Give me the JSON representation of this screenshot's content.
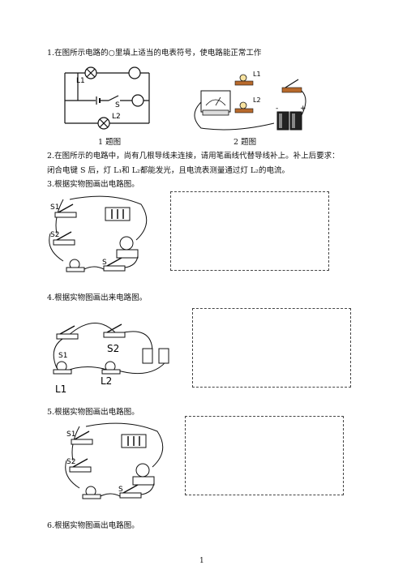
{
  "q1": {
    "text": "1.在图所示电路的○里填上适当的电表符号，使电路能正常工作"
  },
  "figure1": {
    "caption": "1 题图",
    "labels": {
      "l1": "L1",
      "l2": "L2",
      "s": "S"
    }
  },
  "figure2": {
    "caption": "2 题图",
    "labels": {
      "l1": "L1",
      "l2": "L2",
      "minus": "-",
      "plus": "+"
    }
  },
  "q2": {
    "line1": "2.在图所示的电路中，尚有几根导线未连接，请用笔画线代替导线补上。补上后要求：",
    "line2": "闭合电键 S 后，灯 L₁和 L₂都能发光，且电流表测量通过灯 L₂的电流。"
  },
  "q3": {
    "text": "3.根据实物图画出电路图。",
    "labels": {
      "s1": "S1",
      "s2": "S2",
      "s": "S"
    }
  },
  "q4": {
    "text": "4.根据实物图画出来电路图。",
    "labels": {
      "s1": "S1",
      "s2": "S2",
      "l1": "L1",
      "l2": "L2"
    }
  },
  "q5": {
    "text": "5.根据实物图画出电路图。",
    "labels": {
      "s1": "S1",
      "s2": "S2",
      "s": "S"
    }
  },
  "q6": {
    "text": "6.根据实物图画出电路图。"
  },
  "footer": {
    "page_number": "1"
  }
}
